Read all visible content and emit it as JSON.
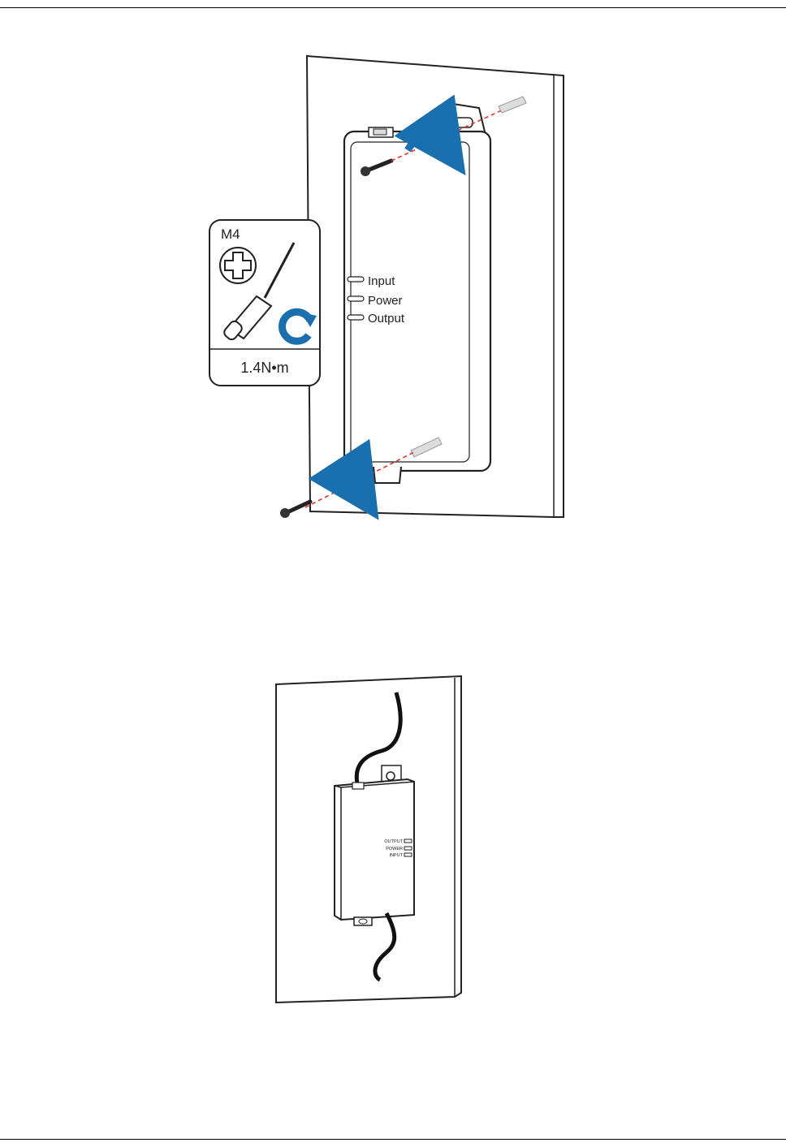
{
  "figure1": {
    "tool": {
      "screw_size": "M4",
      "torque": "1.4N•m"
    },
    "indicators": [
      "Input",
      "Power",
      "Output"
    ],
    "colors": {
      "arrow_blue": "#1a6fae",
      "guide_red": "#e03030",
      "outline": "#222222"
    }
  },
  "figure2": {
    "indicators": [
      "OUTPUT",
      "POWER",
      "INPUT"
    ]
  }
}
